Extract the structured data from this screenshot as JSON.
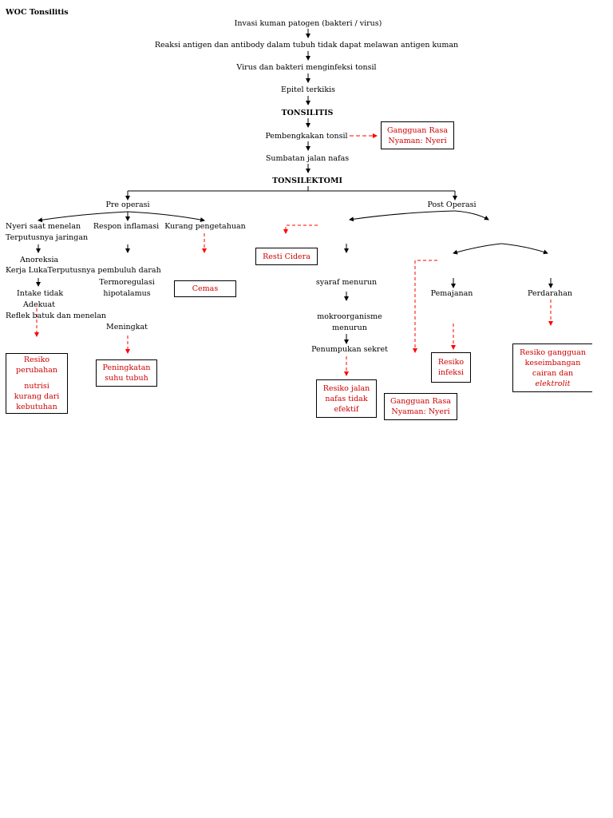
{
  "title": "WOC Tonsilitis",
  "flow": {
    "invasi": "Invasi kuman patogen (bakteri / virus)",
    "reaksi": "Reaksi antigen dan antibody dalam tubuh tidak dapat melawan antigen kuman",
    "virus": "Virus dan bakteri menginfeksi tonsil",
    "epitel": "Epitel terkikis",
    "tonsilitis": "TONSILITIS",
    "pembengkakan": "Pembengkakan tonsil",
    "sumbatan": "Sumbatan jalan nafas",
    "tonsilektomi": "TONSILEKTOMI",
    "pre_operasi": "Pre operasi",
    "post_operasi": "Post Operasi"
  },
  "pre": {
    "nyeri_menelan": "Nyeri saat menelan",
    "terputus_jaringan": "Terputusnya jaringan",
    "anoreksia": "Anoreksia",
    "kerja_luka": "Kerja  LukaTerputusnya pembuluh darah",
    "intake": "Intake tidak",
    "adekuat": "Adekuat",
    "reflek": "Reflek batuk dan menelan",
    "respon": "Respon inflamasi",
    "termoregulasi": "Termoregulasi",
    "hipotalamus": "hipotalamus",
    "meningkat": "Meningkat",
    "kurang_pengetahuan": "Kurang pengetahuan"
  },
  "post": {
    "syaraf": "syaraf menurun",
    "mokro1": "mokroorganisme",
    "mokro2": "menurun",
    "penumpukan": "Penumpukan sekret",
    "pemajanan": "Pemajanan",
    "perdarahan": "Perdarahan"
  },
  "boxes": {
    "nyeri_top": [
      "Gangguan Rasa",
      "Nyaman: Nyeri"
    ],
    "resiko_nutrisi": [
      "Resiko",
      "perubahan",
      "",
      "nutrisi",
      "kurang dari",
      "kebutuhan"
    ],
    "peningkatan": [
      "Peningkatan",
      "suhu tubuh"
    ],
    "cemas": [
      "Cemas"
    ],
    "resti_cidera": [
      "Resti Cidera"
    ],
    "jalan_nafas": [
      "Resiko jalan",
      "nafas tidak",
      "efektif"
    ],
    "nyeri_bottom": [
      "Gangguan Rasa",
      "Nyaman: Nyeri"
    ],
    "infeksi": [
      "Resiko",
      "infeksi"
    ],
    "cairan": [
      "Resiko gangguan",
      "keseimbangan",
      "cairan dan",
      "elektrolit"
    ]
  },
  "colors": {
    "text": "#000000",
    "diagnosis": "#cc0000",
    "dashed_arrow": "#ff0000"
  }
}
